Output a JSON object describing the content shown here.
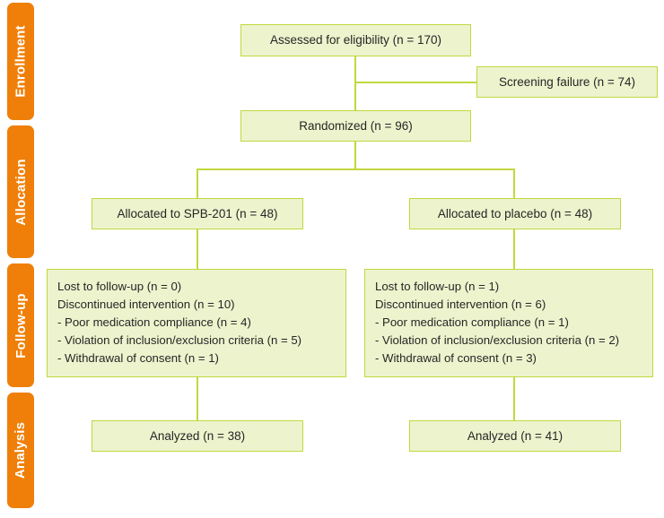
{
  "diagram": {
    "type": "consort-flow-diagram",
    "accent_orange": "#ef7f08",
    "box_fill": "#edf3cd",
    "box_border": "#c2d83f",
    "text_color": "#262626",
    "background": "#ffffff"
  },
  "stages": [
    {
      "label": "Enrollment"
    },
    {
      "label": "Allocation"
    },
    {
      "label": "Follow-up"
    },
    {
      "label": "Analysis"
    }
  ],
  "enrollment": {
    "assessed": "Assessed for eligibility (n = 170)",
    "screening_failure": "Screening failure (n = 74)",
    "randomized": "Randomized (n = 96)"
  },
  "allocation": {
    "left": "Allocated to SPB-201 (n = 48)",
    "right": "Allocated to placebo (n = 48)"
  },
  "followup": {
    "left": {
      "line1": "Lost to follow-up (n = 0)",
      "line2": "Discontinued intervention (n = 10)",
      "line3": "- Poor medication compliance (n = 4)",
      "line4": "- Violation of inclusion/exclusion criteria (n = 5)",
      "line5": "- Withdrawal of consent (n = 1)"
    },
    "right": {
      "line1": "Lost to follow-up (n = 1)",
      "line2": "Discontinued intervention (n = 6)",
      "line3": "- Poor medication compliance (n = 1)",
      "line4": "- Violation of inclusion/exclusion criteria (n = 2)",
      "line5": "- Withdrawal of consent (n = 3)"
    }
  },
  "analysis": {
    "left": "Analyzed (n = 38)",
    "right": "Analyzed (n = 41)"
  }
}
